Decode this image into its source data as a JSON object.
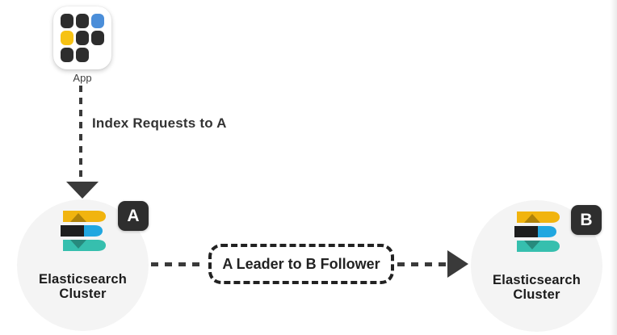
{
  "app_node": {
    "label": "App",
    "grid": [
      [
        "dark",
        "dark",
        "blue"
      ],
      [
        "yellow",
        "dark",
        "dark"
      ],
      [
        "dark",
        "dark",
        null
      ]
    ]
  },
  "edges": {
    "index_requests": {
      "label": "Index Requests to A",
      "style": "dashed-arrow-down"
    },
    "replication": {
      "label": "A Leader to B Follower",
      "style": "dashed-arrow-right"
    }
  },
  "clusters": [
    {
      "badge": "A",
      "label_line1": "Elasticsearch",
      "label_line2": "Cluster"
    },
    {
      "badge": "B",
      "label_line1": "Elasticsearch",
      "label_line2": "Cluster"
    }
  ],
  "colors": {
    "ink": "#333333",
    "arrow": "#3a3a3a",
    "node_bg": "#f4f4f4",
    "badge_bg": "#2e2e2e",
    "badge_text": "#ffffff",
    "cluster_text": "#1c1c1c",
    "logo_yellow": "#f1b40f",
    "logo_blue": "#21a7e0",
    "logo_teal": "#36bfae",
    "logo_black": "#1e1e1e",
    "app_dark": "#2d2d2d",
    "app_blue": "#4b8ed9",
    "app_yellow": "#f6c214",
    "box_border": "#222222"
  }
}
